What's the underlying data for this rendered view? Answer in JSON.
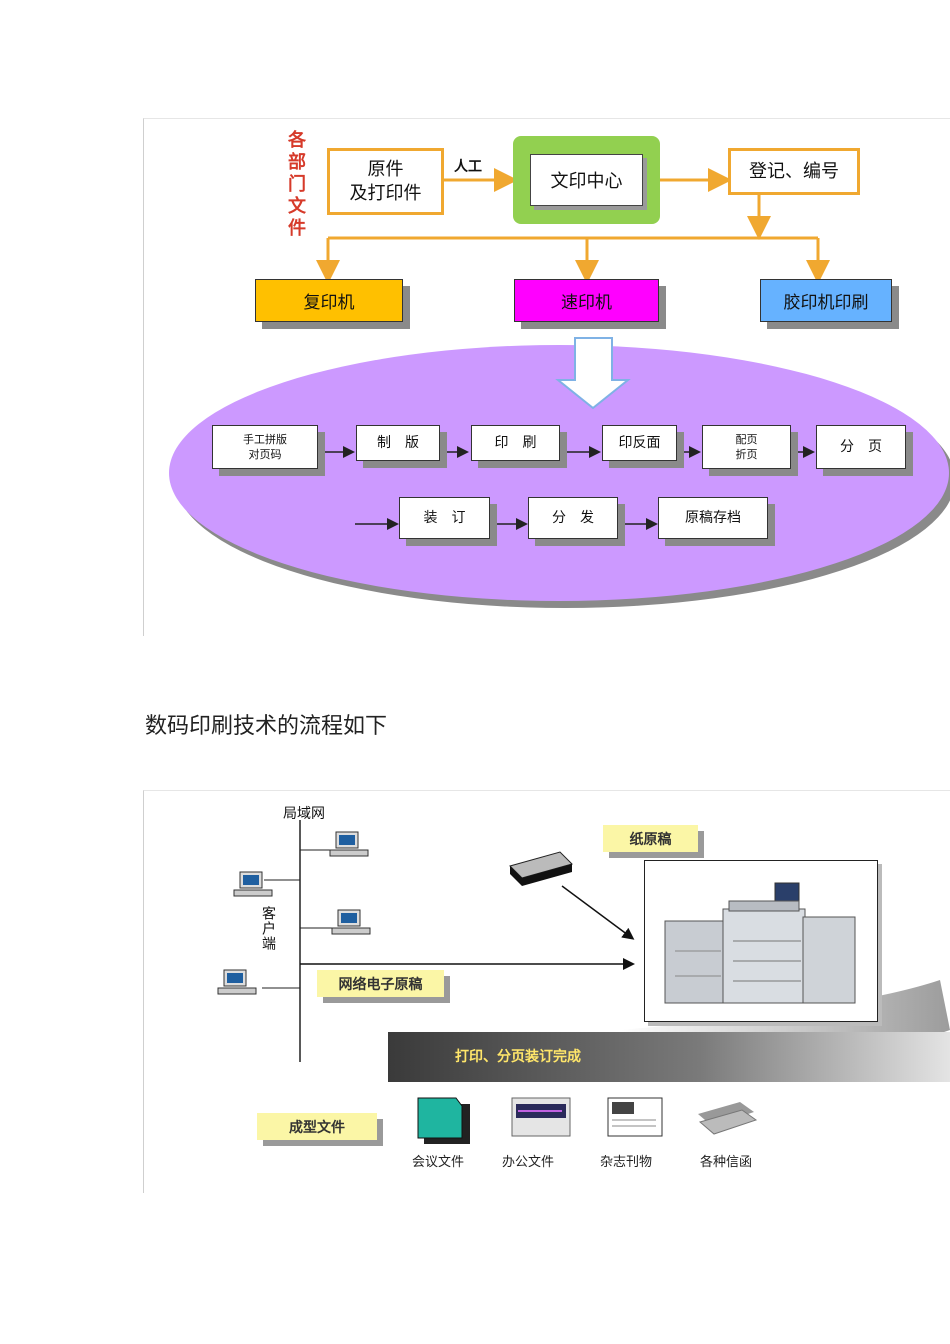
{
  "diagram1": {
    "dept_label": "各部门文件",
    "source_box": "原件\n及打印件",
    "manual_label": "人工",
    "center_box": "文印中心",
    "register_box": "登记、编号",
    "machines": [
      "复印机",
      "速印机",
      "胶印机印刷"
    ],
    "steps_row1": [
      "手工拼版\n对页码",
      "制　版",
      "印　刷",
      "印反面",
      "配页\n折页",
      "分　页"
    ],
    "steps_row2": [
      "装　订",
      "分　发",
      "原稿存档"
    ],
    "colors": {
      "orange": "#f0a830",
      "green": "#92d050",
      "yellow": "#ffc000",
      "magenta": "#ff00ff",
      "blue": "#66b2ff",
      "ellipse": "#cc99ff",
      "red_text": "#d63a2a"
    }
  },
  "heading": "数码印刷技术的流程如下",
  "diagram2": {
    "lan_label": "局域网",
    "client_label": "客户端",
    "paper_original": "纸原稿",
    "network_original": "网络电子原稿",
    "banner": "打印、分页装订完成",
    "finished_docs": "成型文件",
    "outputs": [
      "会议文件",
      "办公文件",
      "杂志刊物",
      "各种信函"
    ]
  }
}
